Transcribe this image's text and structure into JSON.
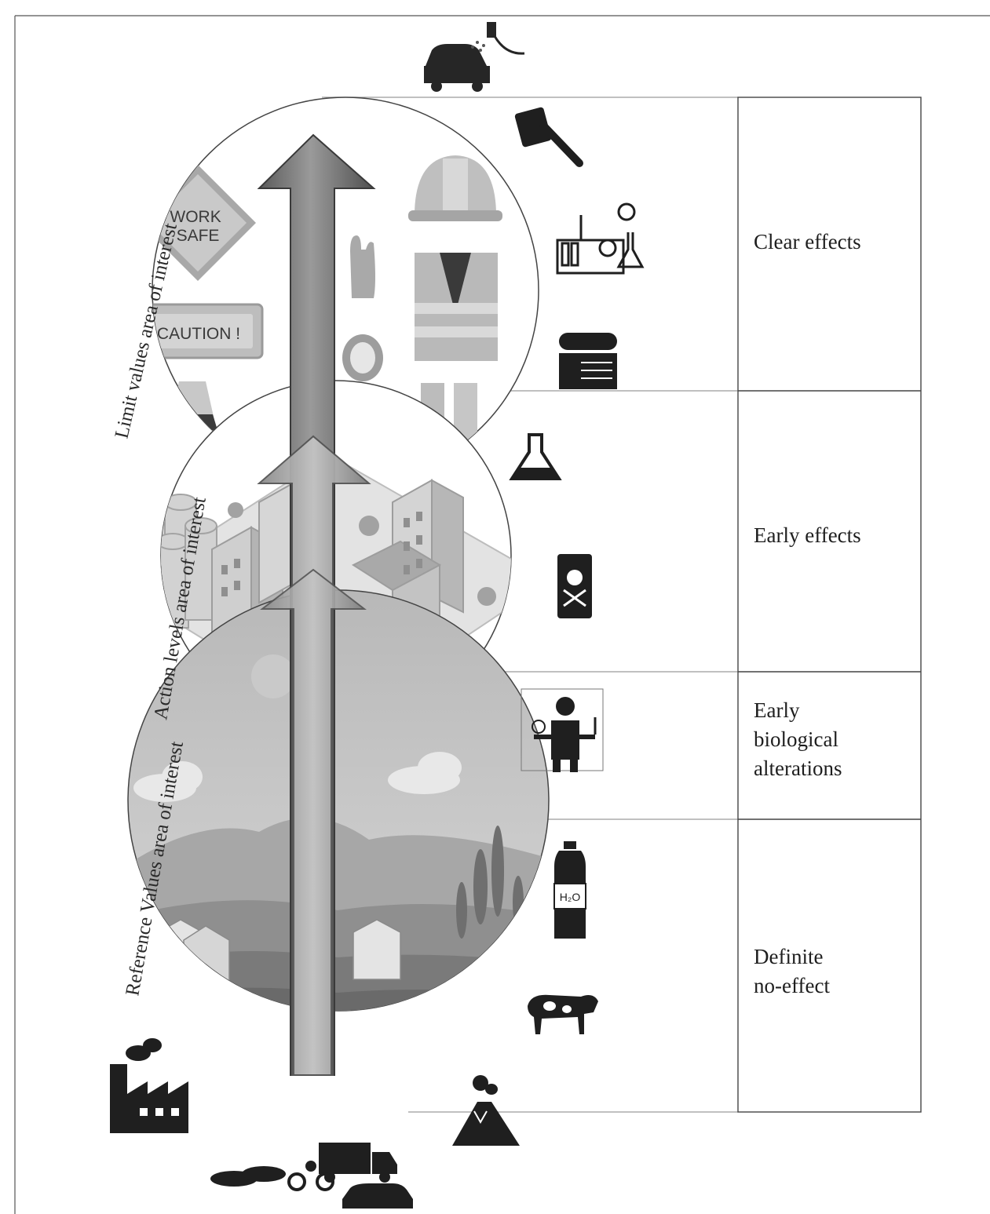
{
  "zones": [
    {
      "key": "limit",
      "arc_label": "Limit values area of interest"
    },
    {
      "key": "action",
      "arc_label": "Action levels area of interest"
    },
    {
      "key": "reference",
      "arc_label": "Reference Values area of interest"
    }
  ],
  "effects": [
    {
      "lines": [
        "Clear effects"
      ]
    },
    {
      "lines": [
        "Early effects"
      ]
    },
    {
      "lines": [
        "Early",
        "biological",
        "alterations"
      ]
    },
    {
      "lines": [
        "Definite",
        "no-effect"
      ]
    }
  ],
  "signs": {
    "work_safe": [
      "WORK",
      "SAFE"
    ],
    "caution": "CAUTION !"
  },
  "bottle_label": "H₂O",
  "icons": [
    "car-spray-icon",
    "paint-roller-icon",
    "hard-hat-icon",
    "lab-apparatus-icon",
    "paper-roll-icon",
    "flask-icon",
    "toxic-barrel-icon",
    "scientist-icon",
    "water-bottle-icon",
    "cow-icon",
    "factory-icon",
    "volcano-icon",
    "traffic-icon",
    "safety-vest-icon",
    "glove-icon",
    "goggles-icon",
    "traffic-cone-icon",
    "boots-icon",
    "industrial-city-icon",
    "countryside-landscape-icon"
  ]
}
